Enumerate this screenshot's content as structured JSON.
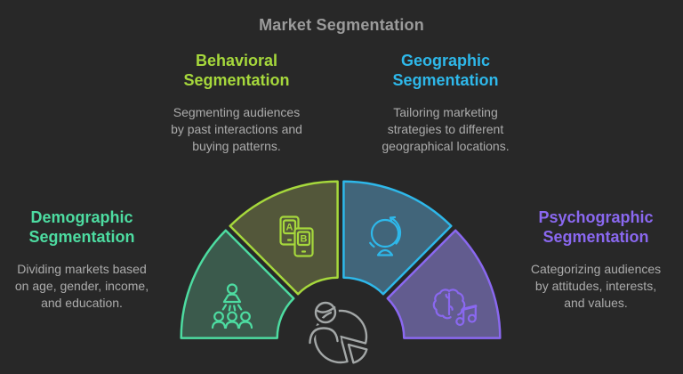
{
  "title": "Market Segmentation",
  "title_color": "#9b9b9b",
  "background": "#282828",
  "center_icon": {
    "name": "person-pie-chart-icon",
    "color": "#a3a7a7"
  },
  "body_text_color": "#ababab",
  "segments": [
    {
      "id": "demographic",
      "label_lines": [
        "Demographic",
        "Segmentation"
      ],
      "description_lines": [
        "Dividing markets based",
        "on age, gender, income,",
        "and education."
      ],
      "color": "#4ddca1",
      "fill": "#3b5a4c",
      "icon": "audience-people-icon"
    },
    {
      "id": "behavioral",
      "label_lines": [
        "Behavioral",
        "Segmentation"
      ],
      "description_lines": [
        "Segmenting audiences",
        "by past interactions and",
        "buying patterns."
      ],
      "color": "#a6d83c",
      "fill": "#53573a",
      "icon": "ab-test-phones-icon",
      "icon_letters": [
        "A",
        "B"
      ]
    },
    {
      "id": "geographic",
      "label_lines": [
        "Geographic",
        "Segmentation"
      ],
      "description_lines": [
        "Tailoring marketing",
        "strategies to different",
        "geographical locations."
      ],
      "color": "#2eb8ea",
      "fill": "#41657a",
      "icon": "globe-icon"
    },
    {
      "id": "psychographic",
      "label_lines": [
        "Psychographic",
        "Segmentation"
      ],
      "description_lines": [
        "Categorizing audiences",
        "by attitudes, interests,",
        "and values."
      ],
      "color": "#8a68f0",
      "fill": "#625c8f",
      "icon": "brain-music-note-icon"
    }
  ]
}
